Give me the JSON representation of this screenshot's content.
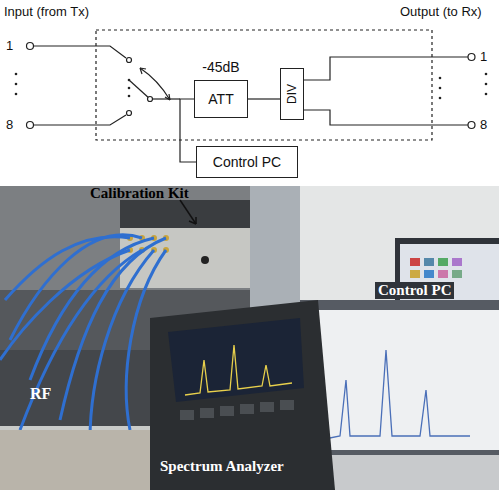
{
  "diagram": {
    "nodes": [
      {
        "text": [
          "-45dB",
          "ATT"
        ]
      },
      {
        "text": [
          "DIV"
        ]
      },
      {
        "text": [
          "Control PC"
        ]
      }
    ],
    "edges": [
      {
        "from": 0,
        "to": 1,
        "arrow": "none"
      },
      {
        "from": 2,
        "to": 0,
        "arrow": "none"
      }
    ],
    "labels": [
      "Input (from Tx)",
      "Output (to Rx)",
      "1",
      "8",
      "1",
      "8",
      "Calibration Kit",
      "RF",
      "Spectrum Analyzer",
      "Control PC"
    ]
  }
}
